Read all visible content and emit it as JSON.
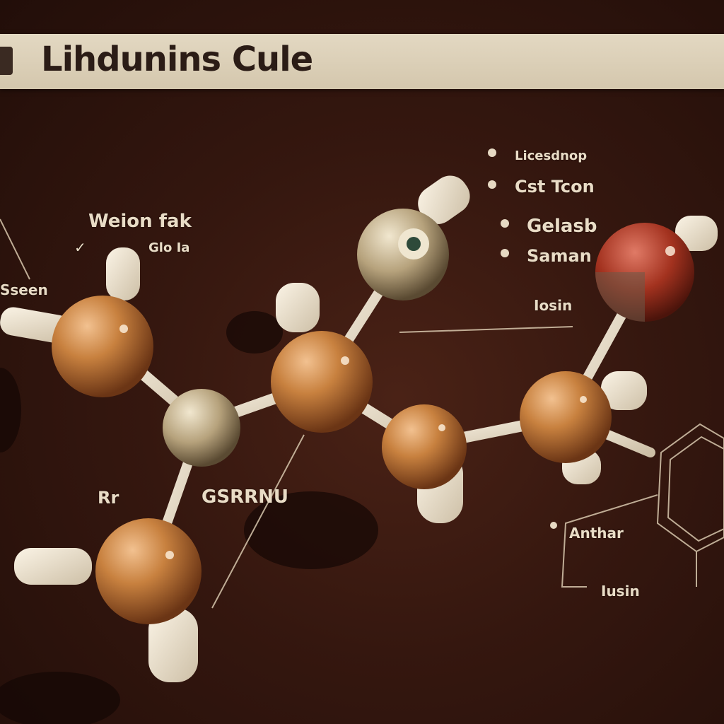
{
  "banner": {
    "title": "Lihdunins Cule"
  },
  "labels": {
    "weight": "Weion fak",
    "weight_sub": "Glo Ia",
    "left_edge": "Sseen",
    "left_note": "Rr",
    "right_list": [
      "Licesdnop",
      "Cst Tcon",
      "Gelasb",
      "Saman",
      "Iosin"
    ],
    "center_low": "GSRRNU",
    "right_bottom": "Anthar",
    "right_bottom_2": "Iusin"
  },
  "colors": {
    "background": "#2a120d",
    "banner": "#dcd0b8",
    "atom_carbon": "#c07a3c",
    "atom_oxygen": "#a9372a",
    "atom_metal": "#b8a88a",
    "bond": "#ede2cf"
  }
}
